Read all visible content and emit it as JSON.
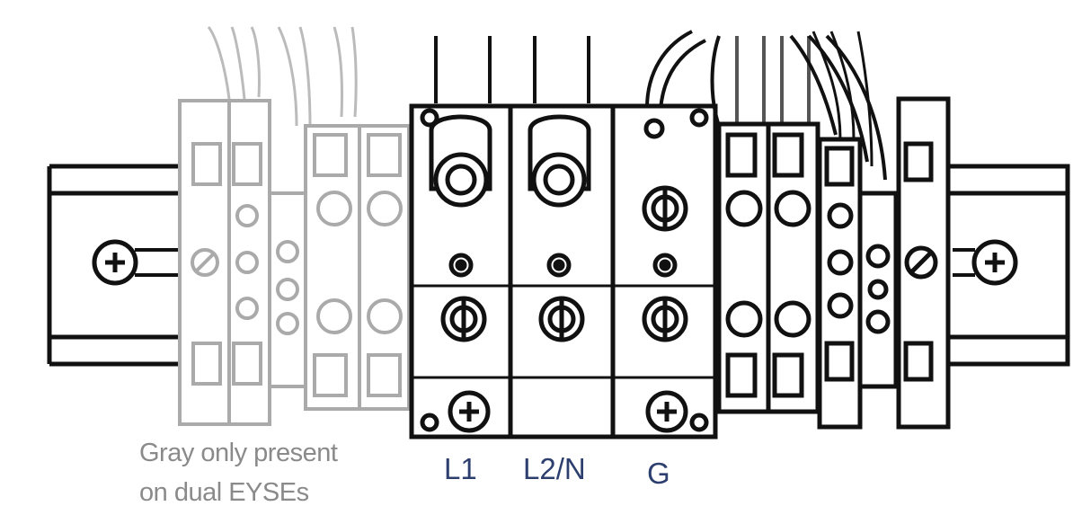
{
  "labels": {
    "gray_note_line1": "Gray only present",
    "gray_note_line2": "on dual EYSEs",
    "terminal_l1": "L1",
    "terminal_l2n": "L2/N",
    "terminal_g": "G"
  },
  "colors": {
    "active_stroke": "#111111",
    "gray_stroke": "#a8a8a8",
    "label_text": "#2d3f6e",
    "note_text": "#8a8a8a"
  }
}
